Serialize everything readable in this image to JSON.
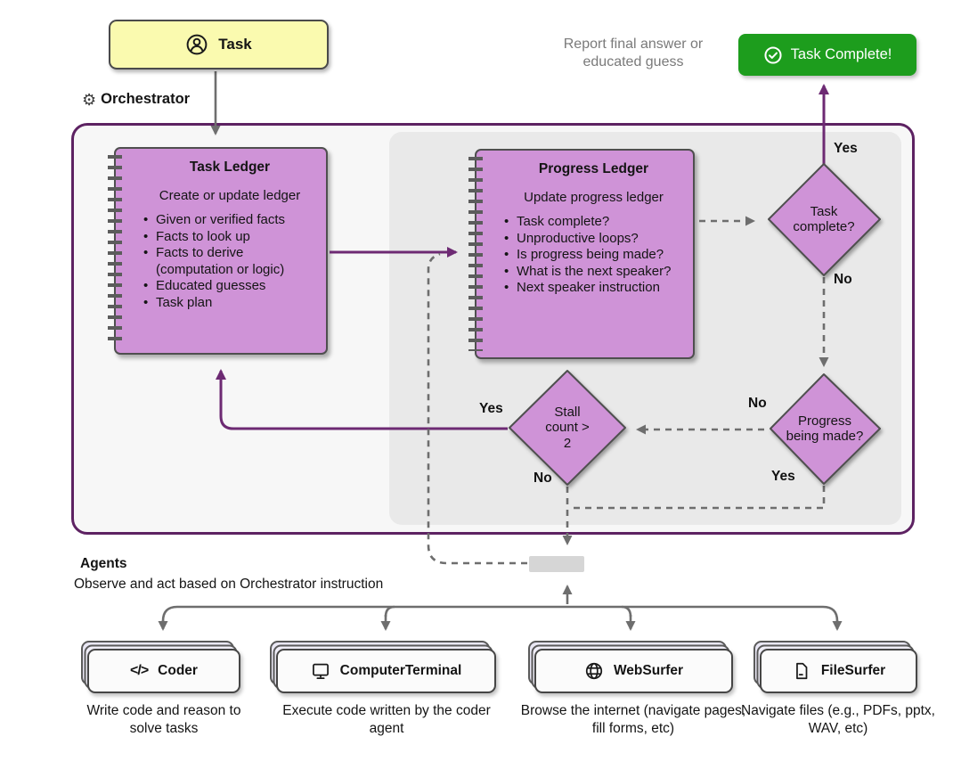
{
  "colors": {
    "ledger_fill": "#cf93d7",
    "purple_line": "#6d2a73",
    "purple_border": "#5d2262",
    "green_button": "#1d9d1d",
    "task_yellow": "#fafaaf",
    "gray_line": "#6e6e6e"
  },
  "task": {
    "label": "Task",
    "icon": "person-icon"
  },
  "orchestrator": {
    "label": "Orchestrator",
    "gear_glyph": "⚙"
  },
  "outcome": {
    "note": "Report final answer or educated guess",
    "button_label": "Task Complete!",
    "button_icon": "check-circle-icon"
  },
  "task_ledger": {
    "title": "Task Ledger",
    "subtitle": "Create or update ledger",
    "bullets": [
      "Given or verified facts",
      "Facts to look up",
      "Facts to derive (computation or logic)",
      "Educated guesses",
      "Task plan"
    ]
  },
  "progress_ledger": {
    "title": "Progress Ledger",
    "subtitle": "Update progress ledger",
    "bullets": [
      "Task complete?",
      "Unproductive loops?",
      "Is progress being made?",
      "What is the next speaker?",
      "Next speaker instruction"
    ]
  },
  "decisions": {
    "task_complete": {
      "question": "Task complete?",
      "yes_label": "Yes",
      "no_label": "No"
    },
    "progress": {
      "question": "Progress being made?",
      "yes_label": "Yes",
      "no_label": "No"
    },
    "stall": {
      "question": "Stall count > 2",
      "yes_label": "Yes",
      "no_label": "No"
    }
  },
  "agents": {
    "title": "Agents",
    "subtitle": "Observe and act based on Orchestrator instruction",
    "items": [
      {
        "name": "Coder",
        "icon": "code-icon",
        "glyph": "</>",
        "caption": "Write code and reason to solve tasks"
      },
      {
        "name": "ComputerTerminal",
        "icon": "computer-icon",
        "caption": "Execute code written by the coder agent"
      },
      {
        "name": "WebSurfer",
        "icon": "globe-icon",
        "caption": "Browse the internet (navigate pages, fill forms, etc)"
      },
      {
        "name": "FileSurfer",
        "icon": "file-icon",
        "caption": "Navigate files (e.g., PDFs, pptx, WAV, etc)"
      }
    ]
  }
}
